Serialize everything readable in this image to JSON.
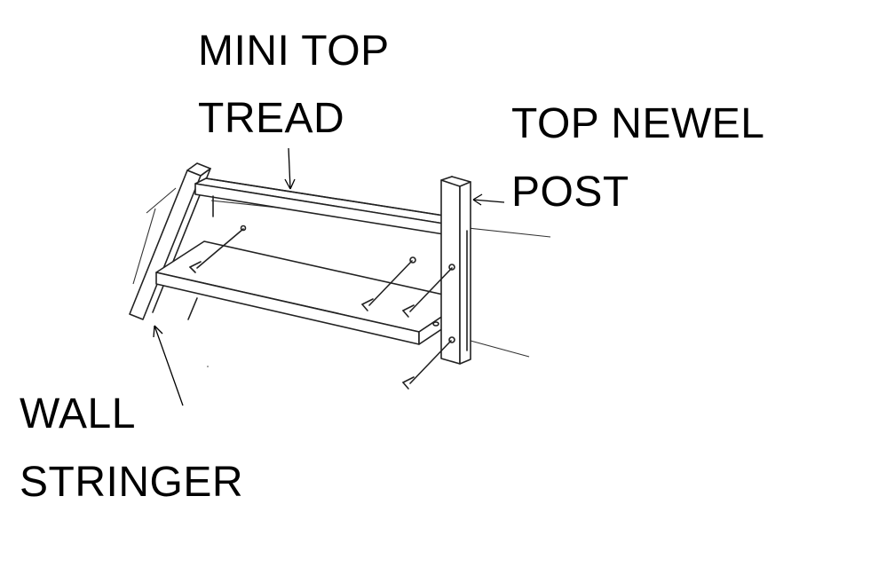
{
  "labels": {
    "mini_top_tread_line1": "MINI TOP",
    "mini_top_tread_line2": "TREAD",
    "top_newel_post_line1": "TOP NEWEL",
    "top_newel_post_line2": "POST",
    "wall_stringer_line1": "WALL",
    "wall_stringer_line2": "STRINGER"
  }
}
